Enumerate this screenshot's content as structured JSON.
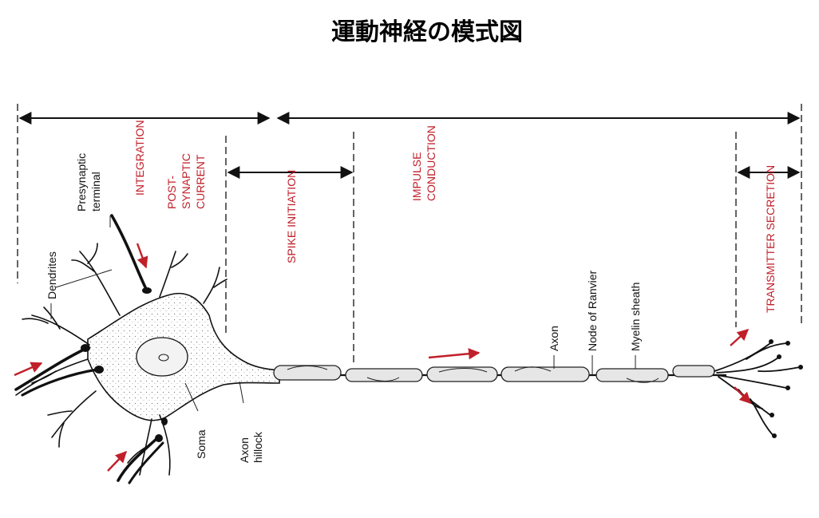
{
  "title": "運動神経の模式図",
  "regions": {
    "integration": "INTEGRATION",
    "post_synaptic": [
      "POST-",
      "SYNAPTIC",
      "CURRENT"
    ],
    "spike_initiation": "SPIKE INITIATION",
    "impulse_conduction": [
      "IMPULSE",
      "CONDUCTION"
    ],
    "transmitter_secretion": "TRANSMITTER SECRETION"
  },
  "labels": {
    "presynaptic": [
      "Presynaptic",
      "terminal"
    ],
    "dendrites": "Dendrites",
    "soma": "Soma",
    "axon_hillock": [
      "Axon",
      "hillock"
    ],
    "axon": "Axon",
    "node_of_ranvier": "Node of Ranvier",
    "myelin_sheath": "Myelin sheath"
  },
  "colors": {
    "accent": "#c0202a",
    "ink": "#111111",
    "myelin": "#e6e6e6"
  }
}
